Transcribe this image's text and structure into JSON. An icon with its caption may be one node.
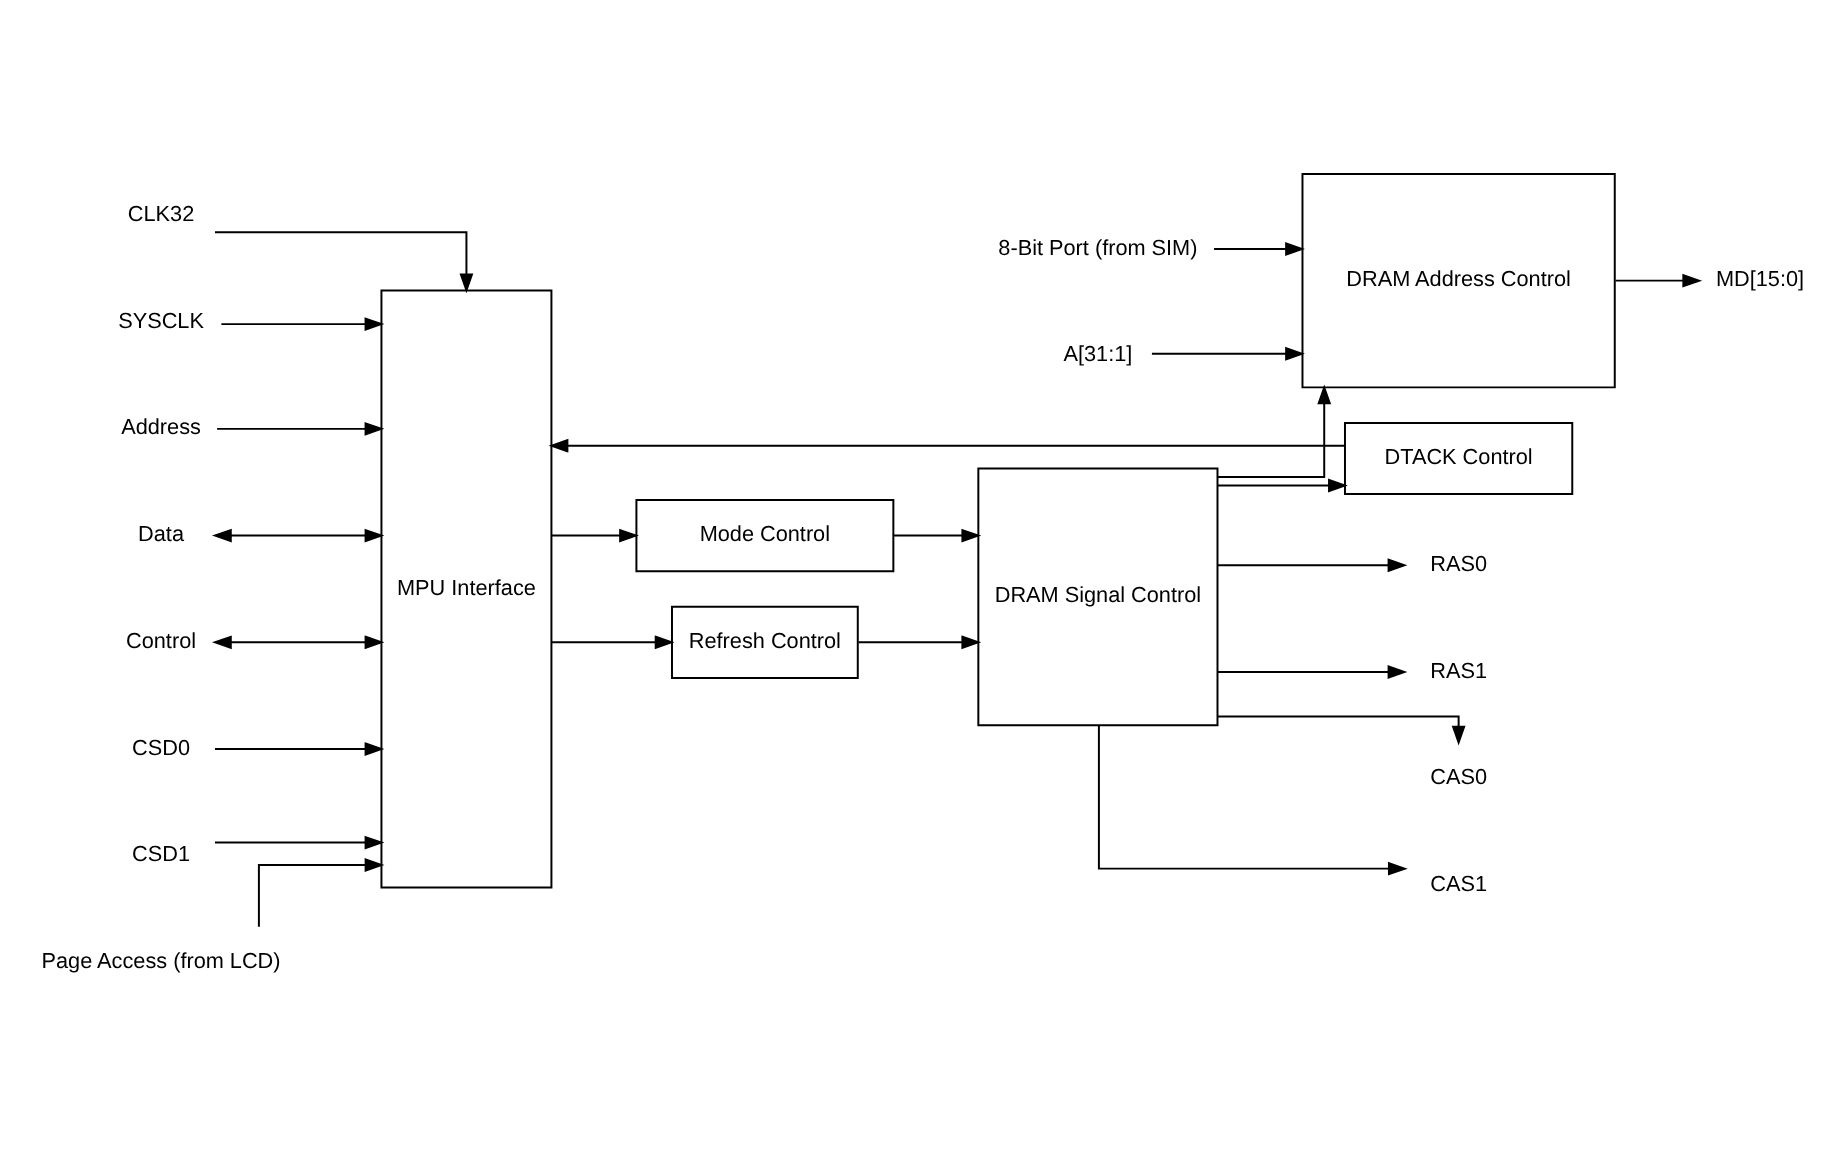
{
  "diagram": {
    "nodes": [
      {
        "text": [
          "MPU Interface"
        ]
      },
      {
        "text": [
          "Mode Control"
        ]
      },
      {
        "text": [
          "Refresh Control"
        ]
      },
      {
        "text": [
          "DRAM Signal Control"
        ]
      },
      {
        "text": [
          "DTACK Control"
        ]
      },
      {
        "text": [
          "DRAM Address Control"
        ]
      },
      {
        "text": [
          "CLK32"
        ]
      },
      {
        "text": [
          "SYSCLK"
        ]
      },
      {
        "text": [
          "Address"
        ]
      },
      {
        "text": [
          "Data"
        ]
      },
      {
        "text": [
          "Control"
        ]
      },
      {
        "text": [
          "CSD0"
        ]
      },
      {
        "text": [
          "CSD1"
        ]
      },
      {
        "text": [
          "Page Access (from LCD)"
        ]
      },
      {
        "text": [
          "RAS0"
        ]
      },
      {
        "text": [
          "RAS1"
        ]
      },
      {
        "text": [
          "CAS0"
        ]
      },
      {
        "text": [
          "CAS1"
        ]
      },
      {
        "text": [
          "8-Bit Port (from SIM)"
        ]
      },
      {
        "text": [
          "A[31:1]"
        ]
      },
      {
        "text": [
          "MD[15:0]"
        ]
      }
    ],
    "edges": [
      {
        "from": 6,
        "to": 0,
        "arrow": "to"
      },
      {
        "from": 7,
        "to": 0,
        "arrow": "to"
      },
      {
        "from": 8,
        "to": 0,
        "arrow": "to"
      },
      {
        "from": 9,
        "to": 0,
        "arrow": "both"
      },
      {
        "from": 10,
        "to": 0,
        "arrow": "both"
      },
      {
        "from": 11,
        "to": 0,
        "arrow": "to"
      },
      {
        "from": 12,
        "to": 0,
        "arrow": "to"
      },
      {
        "from": 13,
        "to": 0,
        "arrow": "to"
      },
      {
        "from": 0,
        "to": 1,
        "arrow": "to"
      },
      {
        "from": 0,
        "to": 2,
        "arrow": "to"
      },
      {
        "from": 1,
        "to": 3,
        "arrow": "to"
      },
      {
        "from": 2,
        "to": 3,
        "arrow": "to"
      },
      {
        "from": 3,
        "to": 4,
        "arrow": "to"
      },
      {
        "from": 4,
        "to": 0,
        "arrow": "to"
      },
      {
        "from": 3,
        "to": 5,
        "arrow": "to"
      },
      {
        "from": 3,
        "to": 14,
        "arrow": "to"
      },
      {
        "from": 3,
        "to": 15,
        "arrow": "to"
      },
      {
        "from": 3,
        "to": 16,
        "arrow": "to"
      },
      {
        "from": 3,
        "to": 17,
        "arrow": "to"
      },
      {
        "from": 18,
        "to": 5,
        "arrow": "to"
      },
      {
        "from": 19,
        "to": 5,
        "arrow": "to"
      },
      {
        "from": 5,
        "to": 20,
        "arrow": "to"
      }
    ]
  }
}
